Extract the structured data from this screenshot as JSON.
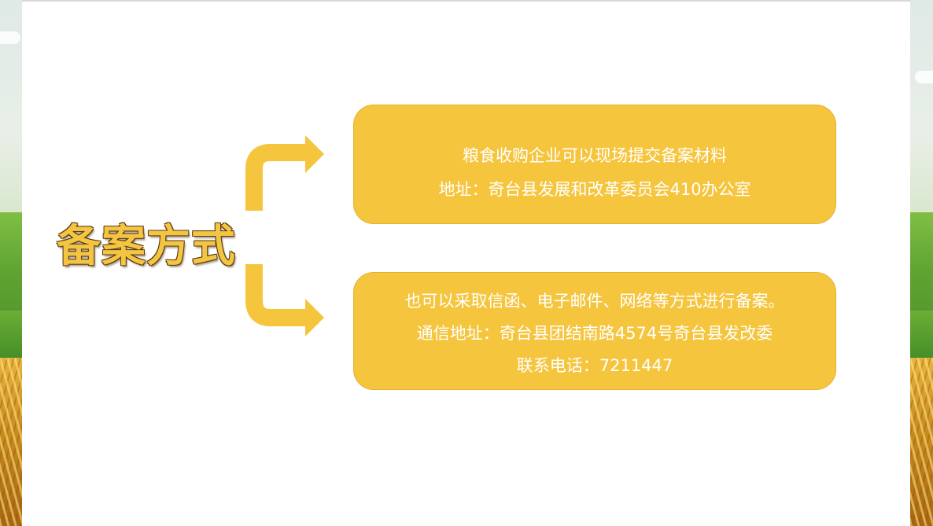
{
  "slide": {
    "title": "备案方式",
    "box1": {
      "lines": [
        "粮食收购企业可以现场提交备案材料",
        "地址：奇台县发展和改革委员会410办公室"
      ]
    },
    "box2": {
      "lines": [
        "也可以采取信函、电子邮件、网络等方式进行备案。",
        "通信地址：奇台县团结南路4574号奇台县发改委",
        "联系电话：7211447"
      ]
    }
  },
  "colors": {
    "accent": "#f5c53e",
    "title_fill": "#f4c542",
    "title_outline": "#5a3a10",
    "text_on_accent": "#ffffff"
  },
  "icons": [
    "arrow-up-right-icon",
    "arrow-down-right-icon"
  ]
}
